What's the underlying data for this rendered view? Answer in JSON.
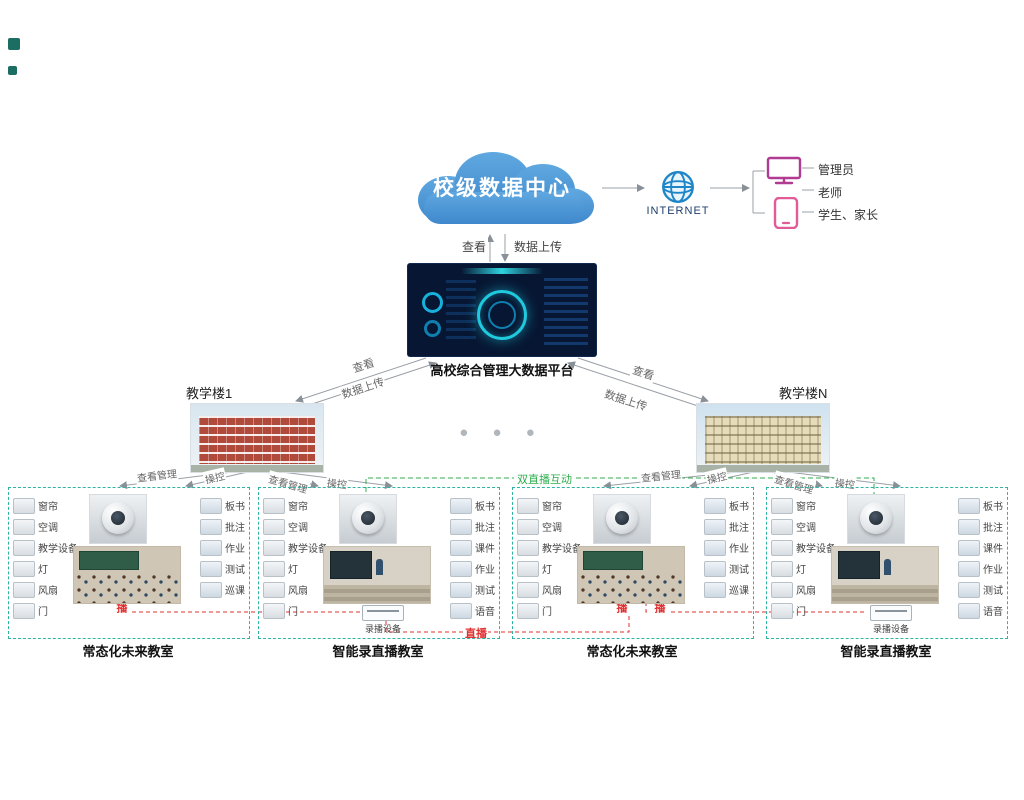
{
  "cloud": {
    "label": "校级数据中心"
  },
  "internet": {
    "label": "INTERNET"
  },
  "users": {
    "admin": "管理员",
    "teacher": "老师",
    "student": "学生、家长"
  },
  "platform": {
    "title": "高校综合管理大数据平台"
  },
  "links": {
    "view": "查看",
    "upload": "数据上传",
    "manage": "查看管理",
    "control": "操控",
    "dual_live": "双直播互动",
    "live": "直播",
    "ellipsis": "● ● ●"
  },
  "buildings": {
    "b1": "教学楼1",
    "bn": "教学楼N"
  },
  "colors": {
    "cloud_blue": "#4a94d8",
    "box_border_teal": "#2fb3a3",
    "dual_live_green": "#2fae4d",
    "live_red": "#e03131"
  },
  "classrooms": [
    {
      "label": "常态化未来教室",
      "devices": [
        "窗帘",
        "空调",
        "教学设备",
        "灯",
        "风扇",
        "门"
      ],
      "features": [
        "板书",
        "批注",
        "作业",
        "测试",
        "巡课"
      ]
    },
    {
      "label": "智能录直播教室",
      "devices": [
        "窗帘",
        "空调",
        "教学设备",
        "灯",
        "风扇",
        "门"
      ],
      "features": [
        "板书",
        "批注",
        "课件",
        "作业",
        "测试",
        "语音"
      ],
      "recorder": "录播设备"
    },
    {
      "label": "常态化未来教室",
      "devices": [
        "窗帘",
        "空调",
        "教学设备",
        "灯",
        "风扇",
        "门"
      ],
      "features": [
        "板书",
        "批注",
        "作业",
        "测试",
        "巡课"
      ]
    },
    {
      "label": "智能录直播教室",
      "devices": [
        "窗帘",
        "空调",
        "教学设备",
        "灯",
        "风扇",
        "门"
      ],
      "features": [
        "板书",
        "批注",
        "课件",
        "作业",
        "测试",
        "语音"
      ],
      "recorder": "录播设备"
    }
  ]
}
